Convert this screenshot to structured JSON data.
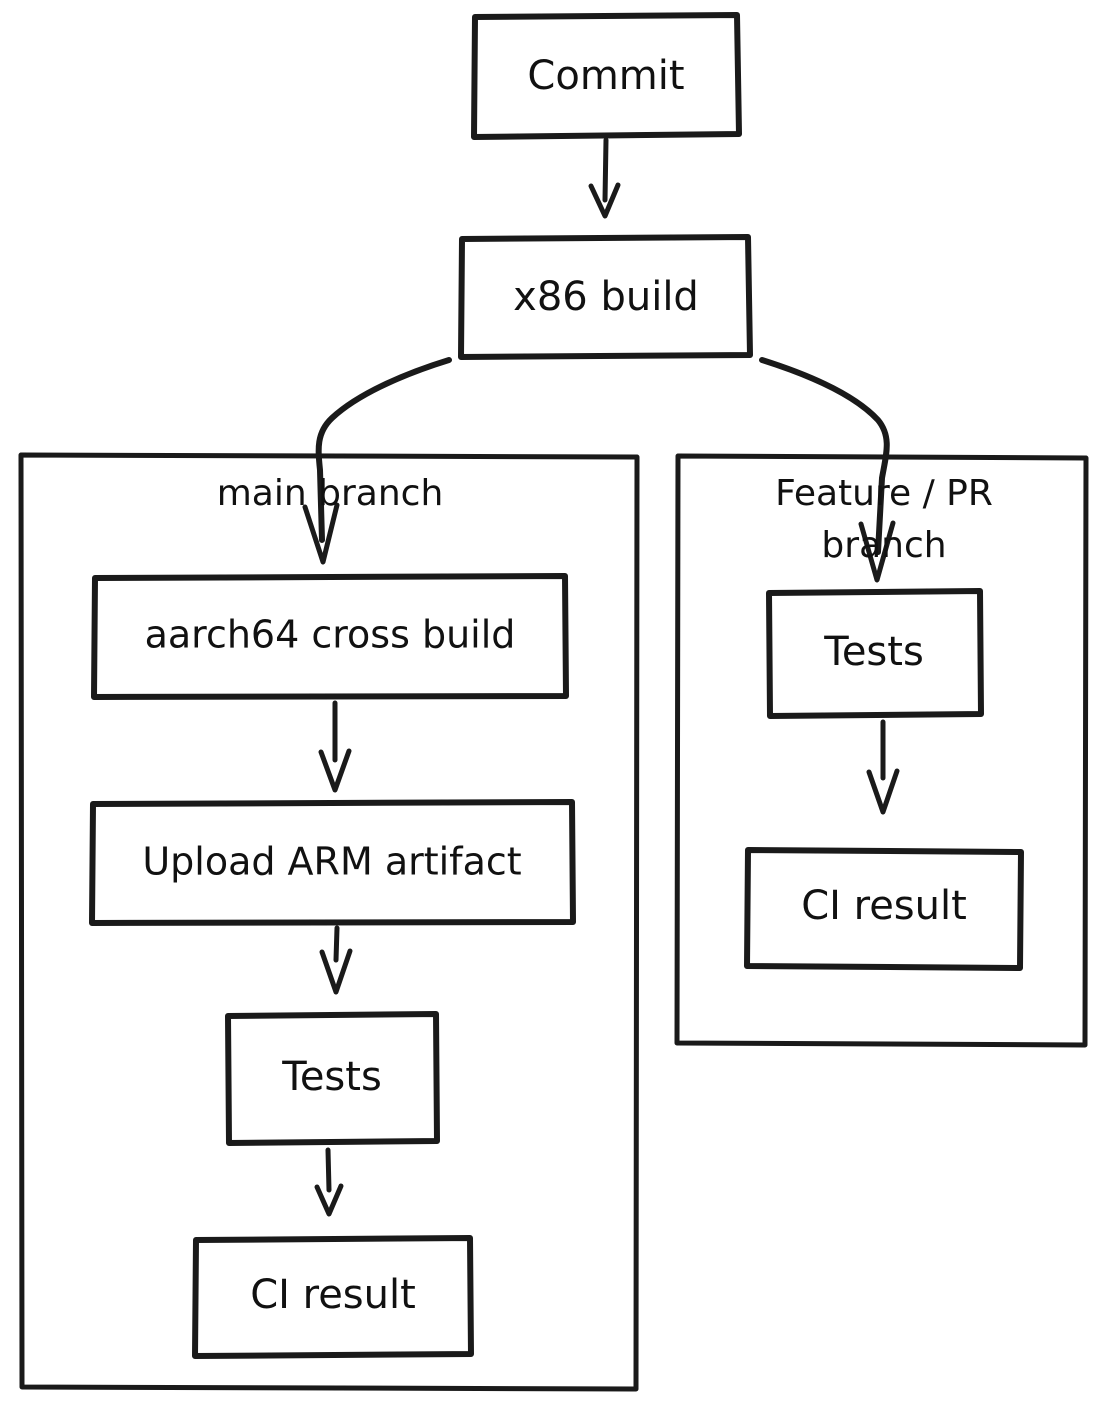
{
  "diagram": {
    "title": "CI pipeline branch flow",
    "background_color": "#ffffff",
    "stroke_color": "#1a1a1a",
    "style": "hand-drawn whiteboard"
  },
  "nodes": {
    "commit": {
      "label": "Commit"
    },
    "x86_build": {
      "label": "x86 build"
    },
    "aarch64_cross_build": {
      "label": "aarch64 cross build"
    },
    "upload_arm_artifact": {
      "label": "Upload ARM artifact"
    },
    "main_tests": {
      "label": "Tests"
    },
    "main_ci_result": {
      "label": "CI result"
    },
    "feature_tests": {
      "label": "Tests"
    },
    "feature_ci_result": {
      "label": "CI result"
    }
  },
  "groups": {
    "main_branch": {
      "label": "main branch"
    },
    "feature_pr_branch": {
      "label_line_1": "Feature / PR",
      "label_line_2": "branch"
    }
  },
  "edges": [
    {
      "from": "Commit",
      "to": "x86 build",
      "label": ""
    },
    {
      "from": "x86 build",
      "to": "main branch",
      "label": ""
    },
    {
      "from": "x86 build",
      "to": "Feature / PR branch",
      "label": ""
    },
    {
      "from": "aarch64 cross build",
      "to": "Upload ARM artifact",
      "label": ""
    },
    {
      "from": "Upload ARM artifact",
      "to": "Tests",
      "label": ""
    },
    {
      "from": "Tests",
      "to": "CI result",
      "label": ""
    },
    {
      "from": "Tests",
      "to": "CI result",
      "label": ""
    }
  ]
}
